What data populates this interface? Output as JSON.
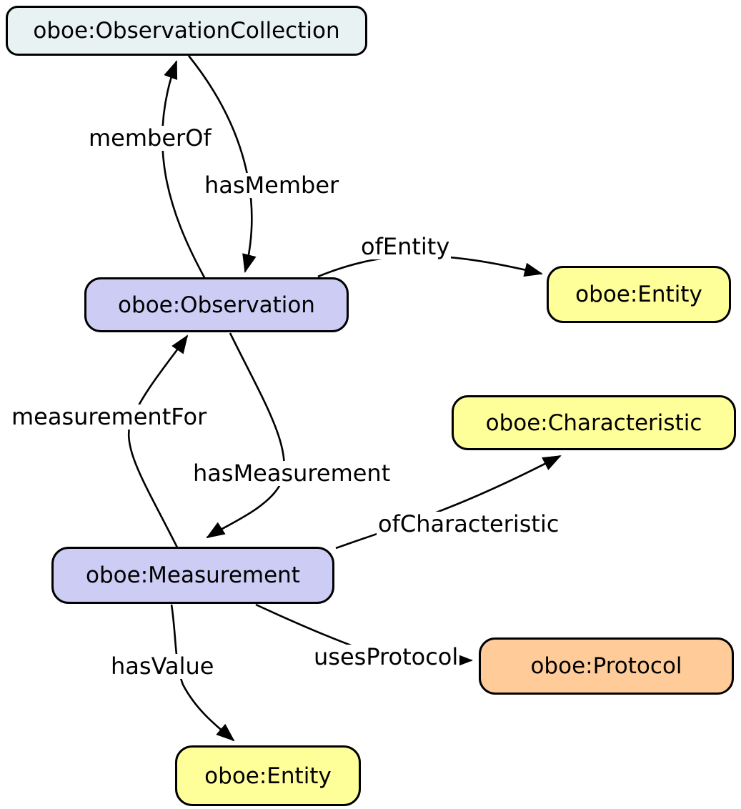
{
  "diagram": {
    "background_color": "#ffffff",
    "stroke_color": "#000000",
    "text_color": "#000000"
  },
  "nodes": {
    "observation_collection": {
      "label": "oboe:ObservationCollection",
      "fill": "#e9f2f3"
    },
    "observation": {
      "label": "oboe:Observation",
      "fill": "#ccccf4"
    },
    "entity_right": {
      "label": "oboe:Entity",
      "fill": "#ffff99"
    },
    "characteristic": {
      "label": "oboe:Characteristic",
      "fill": "#ffff99"
    },
    "measurement": {
      "label": "oboe:Measurement",
      "fill": "#ccccf4"
    },
    "protocol": {
      "label": "oboe:Protocol",
      "fill": "#ffcc99"
    },
    "entity_bottom": {
      "label": "oboe:Entity",
      "fill": "#ffff99"
    }
  },
  "edges": {
    "member_of": {
      "label": "memberOf",
      "from": "observation",
      "to": "observation_collection"
    },
    "has_member": {
      "label": "hasMember",
      "from": "observation_collection",
      "to": "observation"
    },
    "of_entity": {
      "label": "ofEntity",
      "from": "observation",
      "to": "entity_right"
    },
    "measurement_for": {
      "label": "measurementFor",
      "from": "measurement",
      "to": "observation"
    },
    "has_measurement": {
      "label": "hasMeasurement",
      "from": "observation",
      "to": "measurement"
    },
    "of_characteristic": {
      "label": "ofCharacteristic",
      "from": "measurement",
      "to": "characteristic"
    },
    "uses_protocol": {
      "label": "usesProtocol",
      "from": "measurement",
      "to": "protocol"
    },
    "has_value": {
      "label": "hasValue",
      "from": "measurement",
      "to": "entity_bottom"
    }
  }
}
